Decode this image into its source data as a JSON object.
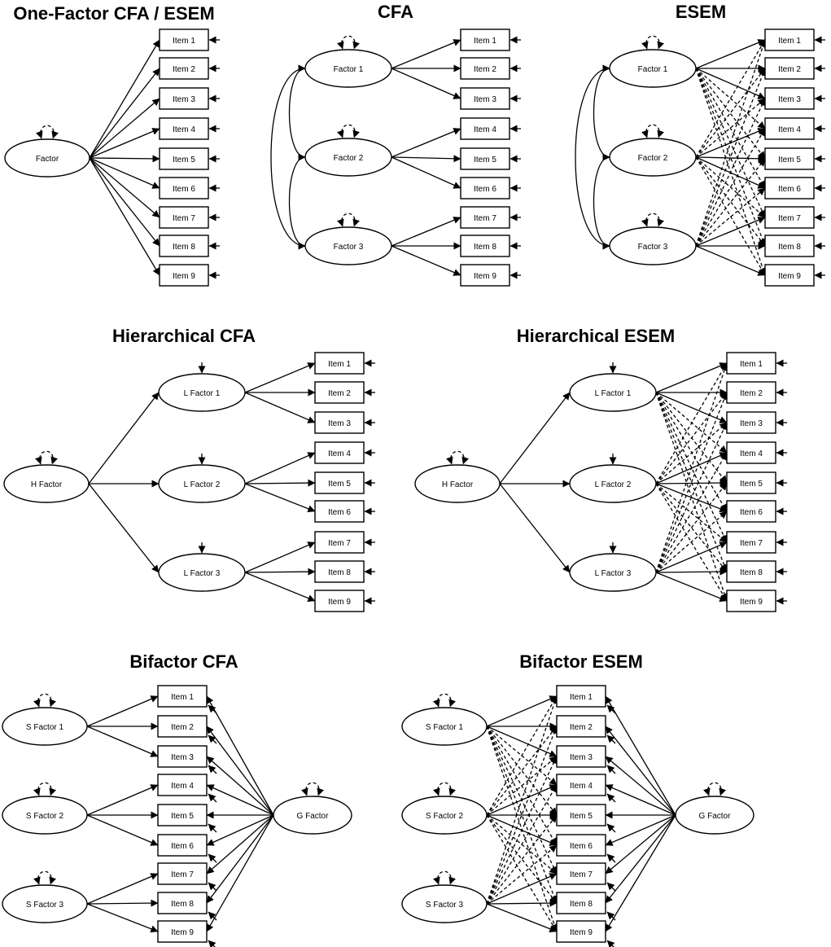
{
  "panels": {
    "onefactor": {
      "title": "One-Factor CFA / ESEM",
      "factor": "Factor",
      "items": [
        "Item 1",
        "Item 2",
        "Item 3",
        "Item 4",
        "Item 5",
        "Item 6",
        "Item 7",
        "Item 8",
        "Item 9"
      ]
    },
    "cfa": {
      "title": "CFA",
      "factors": [
        "Factor 1",
        "Factor 2",
        "Factor 3"
      ],
      "items": [
        "Item 1",
        "Item 2",
        "Item 3",
        "Item 4",
        "Item 5",
        "Item 6",
        "Item 7",
        "Item 8",
        "Item 9"
      ]
    },
    "esem": {
      "title": "ESEM",
      "factors": [
        "Factor 1",
        "Factor 2",
        "Factor 3"
      ],
      "items": [
        "Item 1",
        "Item 2",
        "Item 3",
        "Item 4",
        "Item 5",
        "Item 6",
        "Item 7",
        "Item 8",
        "Item 9"
      ]
    },
    "hcfa": {
      "title": "Hierarchical CFA",
      "higher": "H Factor",
      "factors": [
        "L Factor 1",
        "L Factor 2",
        "L Factor 3"
      ],
      "items": [
        "Item 1",
        "Item 2",
        "Item 3",
        "Item 4",
        "Item 5",
        "Item 6",
        "Item 7",
        "Item 8",
        "Item 9"
      ]
    },
    "hesem": {
      "title": "Hierarchical ESEM",
      "higher": "H Factor",
      "factors": [
        "L Factor 1",
        "L Factor 2",
        "L Factor 3"
      ],
      "items": [
        "Item 1",
        "Item 2",
        "Item 3",
        "Item 4",
        "Item 5",
        "Item 6",
        "Item 7",
        "Item 8",
        "Item 9"
      ]
    },
    "bcfa": {
      "title": "Bifactor CFA",
      "general": "G Factor",
      "factors": [
        "S Factor 1",
        "S Factor 2",
        "S Factor 3"
      ],
      "items": [
        "Item 1",
        "Item 2",
        "Item 3",
        "Item 4",
        "Item 5",
        "Item 6",
        "Item 7",
        "Item 8",
        "Item 9"
      ]
    },
    "besem": {
      "title": "Bifactor ESEM",
      "general": "G Factor",
      "factors": [
        "S Factor 1",
        "S Factor 2",
        "S Factor 3"
      ],
      "items": [
        "Item 1",
        "Item 2",
        "Item 3",
        "Item 4",
        "Item 5",
        "Item 6",
        "Item 7",
        "Item 8",
        "Item 9"
      ]
    }
  }
}
